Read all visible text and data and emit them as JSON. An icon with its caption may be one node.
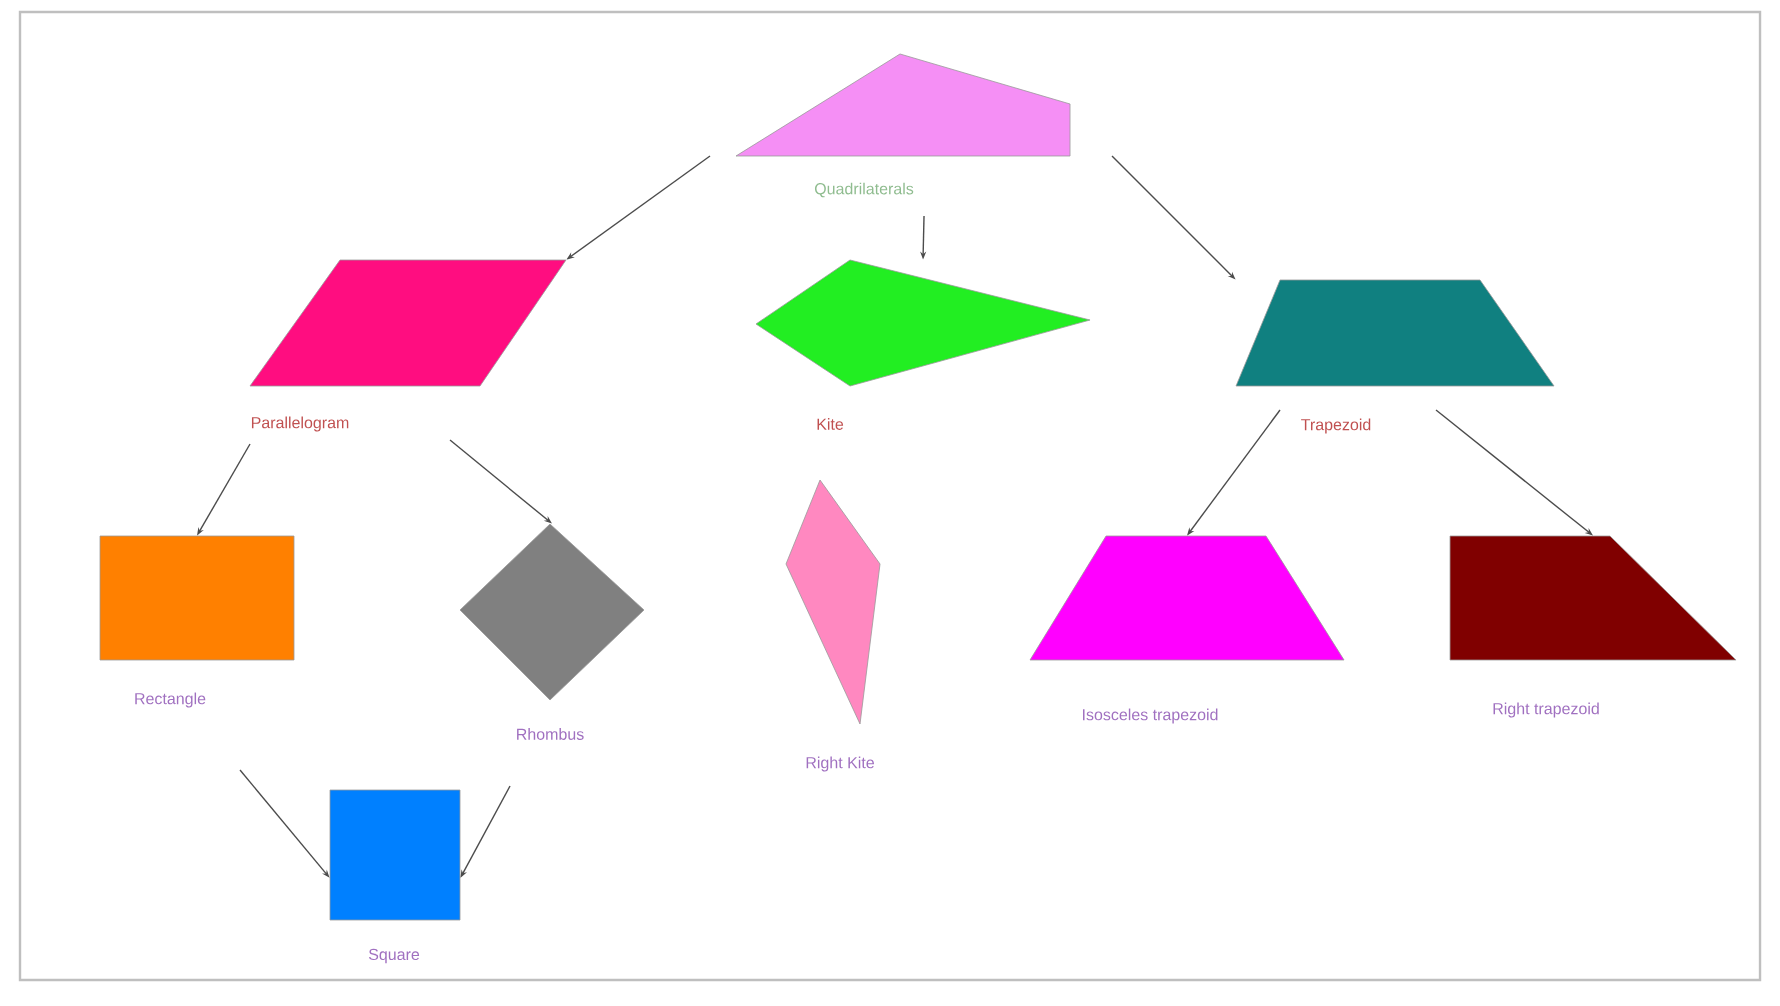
{
  "diagram": {
    "nodes": [
      {
        "text": [
          "Quadrilaterals"
        ]
      },
      {
        "text": [
          "Parallelogram"
        ]
      },
      {
        "text": [
          "Kite"
        ]
      },
      {
        "text": [
          "Trapezoid"
        ]
      },
      {
        "text": [
          "Rectangle"
        ]
      },
      {
        "text": [
          "Rhombus"
        ]
      },
      {
        "text": [
          "Right Kite"
        ]
      },
      {
        "text": [
          "Isosceles trapezoid"
        ]
      },
      {
        "text": [
          "Right trapezoid"
        ]
      },
      {
        "text": [
          "Square"
        ]
      }
    ],
    "edges": [
      {
        "from": 0,
        "to": 1,
        "arrow": "to"
      },
      {
        "from": 0,
        "to": 2,
        "arrow": "to"
      },
      {
        "from": 0,
        "to": 3,
        "arrow": "to"
      },
      {
        "from": 1,
        "to": 4,
        "arrow": "to"
      },
      {
        "from": 1,
        "to": 5,
        "arrow": "to"
      },
      {
        "from": 3,
        "to": 7,
        "arrow": "to"
      },
      {
        "from": 3,
        "to": 8,
        "arrow": "to"
      },
      {
        "from": 4,
        "to": 9,
        "arrow": "to"
      },
      {
        "from": 5,
        "to": 9,
        "arrow": "to"
      }
    ]
  }
}
